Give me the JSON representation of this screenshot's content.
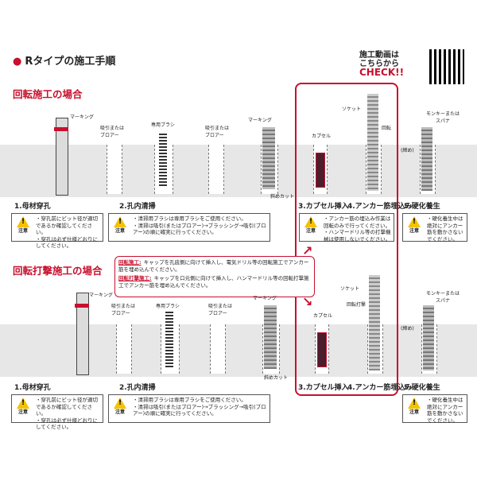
{
  "title": "Rタイプの施工手順",
  "video": {
    "line1": "施工動画は",
    "line2": "こちらから",
    "check": "CHECK!!"
  },
  "sections": [
    {
      "heading": "回転施工の場合"
    },
    {
      "heading": "回転打撃施工の場合"
    }
  ],
  "labels": {
    "marking": "マーキング",
    "suction": "吸引または\nブロアー",
    "brush": "専用ブラシ",
    "socket": "ソケット",
    "capsule": "カプセル",
    "rotation": "回転",
    "rotation_impact": "回転打撃",
    "slant_cut": "斜めカット",
    "monkey": "モンキーまたは\nスパナ",
    "tighten": "(締め)"
  },
  "steps": [
    {
      "label": "1.母材穿孔"
    },
    {
      "label": "2.孔内清掃"
    },
    {
      "label": "3.カプセル挿入"
    },
    {
      "label": "4.アンカー筋埋込み"
    },
    {
      "label": "5.硬化養生"
    }
  ],
  "caution": "注意",
  "notes": {
    "n1": "・穿孔前にビット径が適切であるか確認してください。\n・穿孔は必ず仕様どおりにしてください。",
    "n2": "・清掃用ブラシは専用ブラシをご使用ください。\n・清掃は吸引(またはブロアー)→ブラッシング→吸引(ブロアー)の順に確実に行ってください。",
    "n3": "・アンカー筋の埋込み作業は回転のみで行ってください。\n・ハンマードリル等の打撃機械は使用しないでください。",
    "n5": "・硬化養生中は絶対にアンカー筋を動かさないでください。"
  },
  "callout": {
    "tag1": "回転施工:",
    "text1": "キャップを孔底側に向けて挿入し、電気ドリル等の回転施工でアンカー筋を埋め込んでください。",
    "tag2": "回転打撃施工:",
    "text2": "キャップを口元側に向けて挿入し、ハンマードリル等の回転打撃施工でアンカー筋を埋め込んでください。"
  },
  "colors": {
    "accent": "#c8102e",
    "band": "#e7e7e7",
    "warn": "#f3c300"
  }
}
